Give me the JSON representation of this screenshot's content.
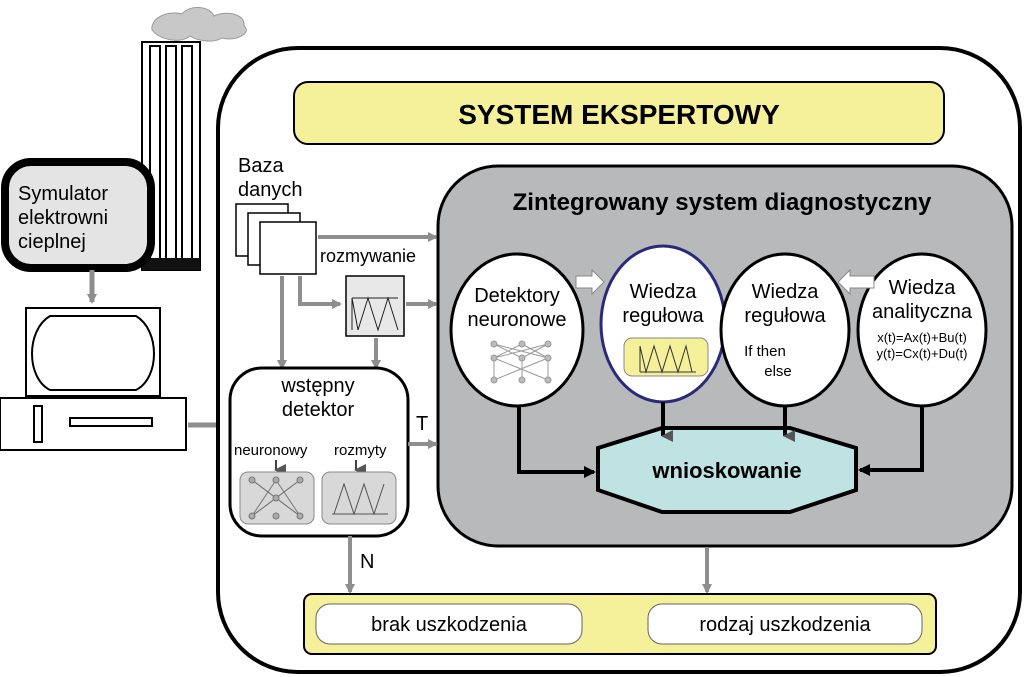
{
  "title": "SYSTEM EKSPERTOWY",
  "simulator": {
    "line1": "Symulator",
    "line2": "elektrowni",
    "line3": "cieplnej"
  },
  "database": {
    "line1": "Baza",
    "line2": "danych"
  },
  "fuzzification_label": "rozmywanie",
  "integrated_system": {
    "title": "Zintegrowany system diagnostyczny"
  },
  "neural_detectors": {
    "line1": "Detektory",
    "line2": "neuronowe"
  },
  "rule_knowledge_fuzzy": {
    "line1": "Wiedza",
    "line2": "regułowa"
  },
  "rule_knowledge_crisp": {
    "line1": "Wiedza",
    "line2": "regułowa",
    "line3": "If  then",
    "line4": "else"
  },
  "analytic_knowledge": {
    "line1": "Wiedza",
    "line2": "analityczna",
    "eq1": "x(t)=Ax(t)+Bu(t)",
    "eq2": "y(t)=Cx(t)+Du(t)"
  },
  "inference": {
    "label": "wnioskowanie"
  },
  "pre_detector": {
    "line1": "wstępny",
    "line2": "detektor",
    "neural": "neuronowy",
    "fuzzy": "rozmyty"
  },
  "branch_yes": "T",
  "branch_no": "N",
  "outputs": {
    "no_fault": "brak uszkodzenia",
    "fault_type": "rodzaj uszkodzenia"
  },
  "colors": {
    "title_fill": "#f5f09a",
    "output_bar_fill": "#f5f09a",
    "integrated_fill": "#b8b9bb",
    "inference_fill": "#bfe3e3",
    "arrow": "#8e8e8e",
    "simulator_fill": "#e4e4e4",
    "highlight_border": "#2b2a7a"
  }
}
